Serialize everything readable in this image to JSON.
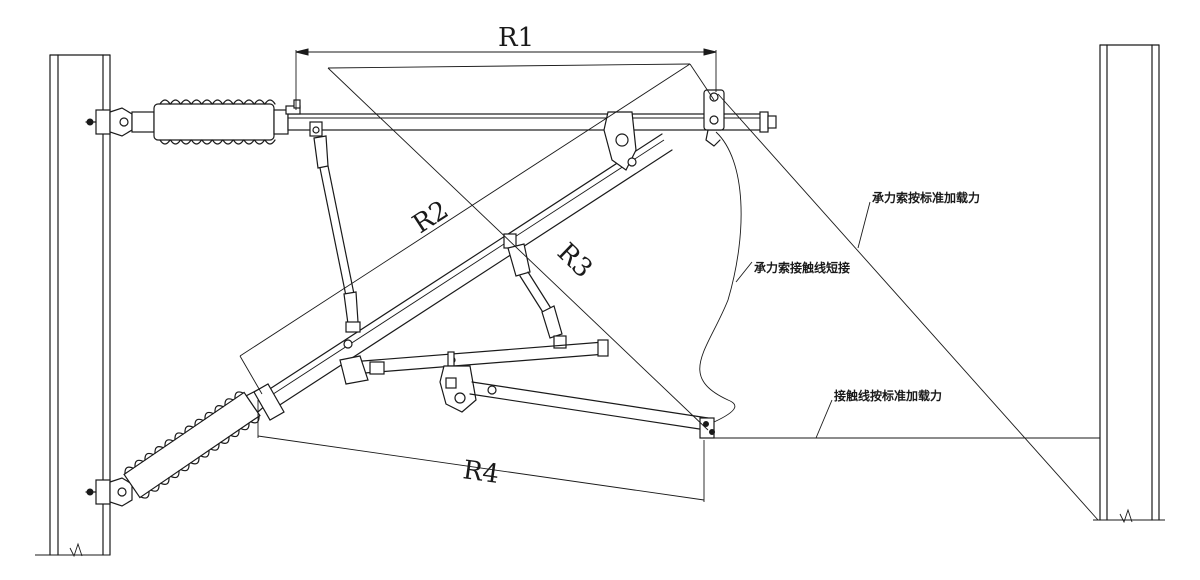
{
  "labels": {
    "r1": "R1",
    "r2": "R2",
    "r3": "R3",
    "r4": "R4",
    "messenger_load": "承力索按标准加载力",
    "short_connect": "承力索接触线短接",
    "contact_load": "接触线按标准加载力"
  },
  "colors": {
    "line": "#1a1a1a",
    "background": "#ffffff"
  }
}
